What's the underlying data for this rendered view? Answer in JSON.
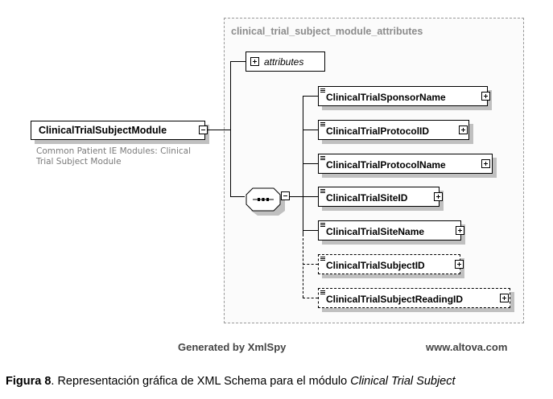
{
  "diagram": {
    "group_title": "clinical_trial_subject_module_attributes",
    "root": {
      "name": "ClinicalTrialSubjectModule",
      "expander": "collapse",
      "description": "Common Patient IE Modules: Clinical Trial Subject Module"
    },
    "attributes": {
      "label": "attributes",
      "expander": "expand"
    },
    "sequence_compositor": {
      "type": "sequence",
      "expander": "collapse"
    },
    "elements": [
      {
        "name": "ClinicalTrialSponsorName",
        "optional": false
      },
      {
        "name": "ClinicalTrialProtocolID",
        "optional": false
      },
      {
        "name": "ClinicalTrialProtocolName",
        "optional": false
      },
      {
        "name": "ClinicalTrialSiteID",
        "optional": false
      },
      {
        "name": "ClinicalTrialSiteName",
        "optional": false
      },
      {
        "name": "ClinicalTrialSubjectID",
        "optional": true
      },
      {
        "name": "ClinicalTrialSubjectReadingID",
        "optional": true
      }
    ]
  },
  "footer": {
    "generator": "Generated by XmlSpy",
    "website": "www.altova.com"
  },
  "caption": {
    "label": "Figura 8",
    "text": ". Representación gráfica de XML Schema para el módulo ",
    "italic": "Clinical Trial Subject"
  }
}
